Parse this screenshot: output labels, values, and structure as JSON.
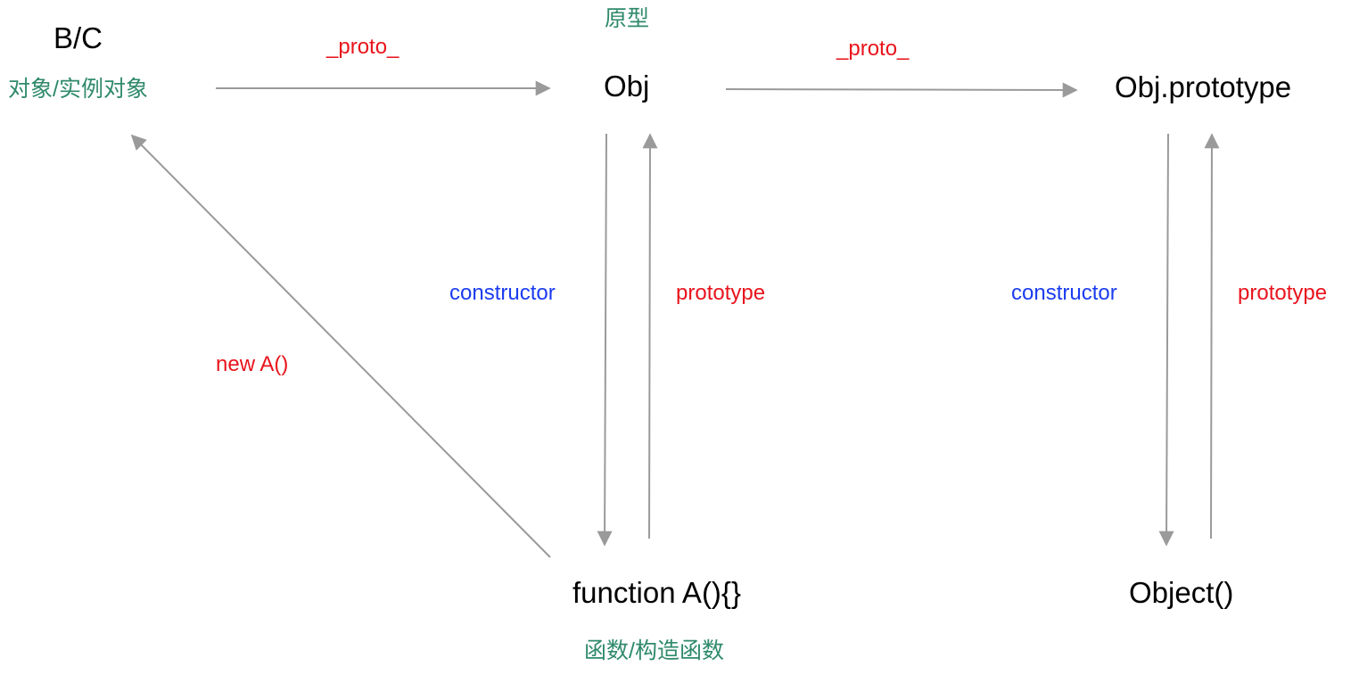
{
  "colors": {
    "arrow": "#9a9a9a",
    "node_text": "#000000",
    "annotation_green": "#2f8a6a",
    "edge_red": "#e8141c",
    "edge_blue": "#1b3cf0"
  },
  "nodes": {
    "instance": {
      "title": "B/C",
      "subtitle": "对象/实例对象"
    },
    "prototype": {
      "title": "Obj",
      "annotation": "原型"
    },
    "obj_prototype": {
      "title": "Obj.prototype"
    },
    "constructor_fn": {
      "title": "function A(){}",
      "subtitle": "函数/构造函数"
    },
    "object_fn": {
      "title": "Object()"
    }
  },
  "edges": {
    "instance_to_obj": {
      "label": "_proto_"
    },
    "obj_to_objprototype": {
      "label": "_proto_"
    },
    "obj_to_fn": {
      "label": "constructor"
    },
    "fn_to_obj": {
      "label": "prototype"
    },
    "objprototype_to_object": {
      "label": "constructor"
    },
    "object_to_objprototype": {
      "label": "prototype"
    },
    "fn_to_instance": {
      "label": "new A()"
    }
  }
}
